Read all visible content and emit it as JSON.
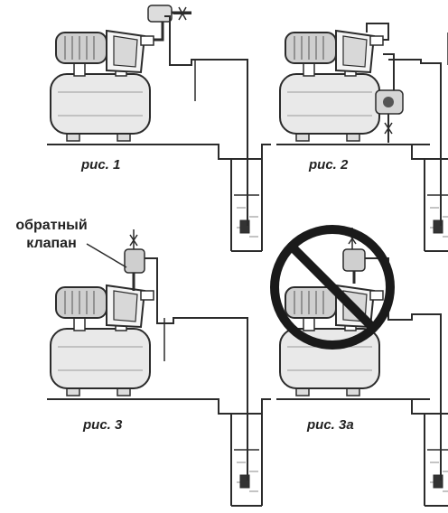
{
  "figures": [
    {
      "id": "fig1",
      "caption": "рис. 1"
    },
    {
      "id": "fig2",
      "caption": "рис. 2"
    },
    {
      "id": "fig3",
      "caption": "рис. 3"
    },
    {
      "id": "fig3a",
      "caption": "рис. 3а"
    }
  ],
  "callout": {
    "line1": "обратный",
    "line2": "клапан"
  },
  "prohibited_icon": "no-entry-circle-slash",
  "line_color": "#2b2b2b"
}
